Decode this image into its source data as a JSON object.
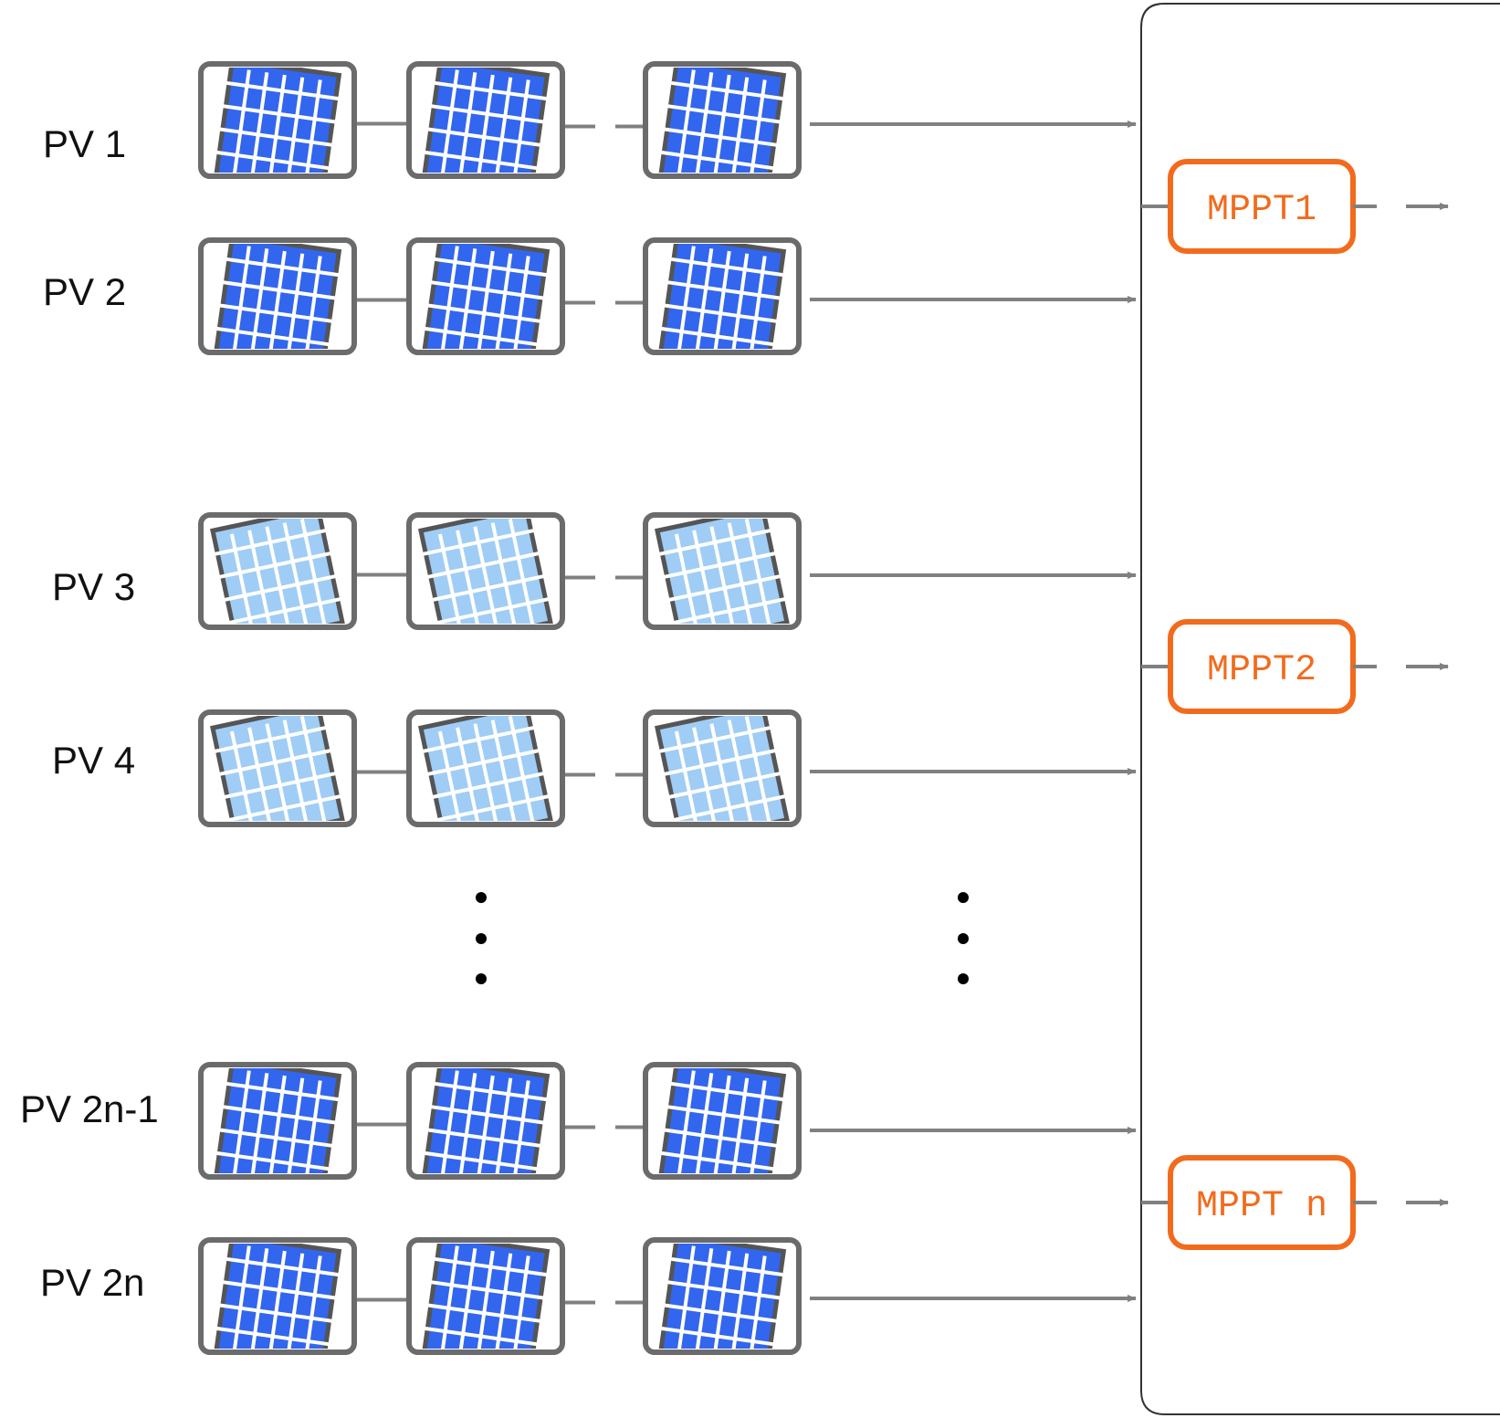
{
  "strings": [
    {
      "label": "PV 1",
      "shade": "dark"
    },
    {
      "label": "PV 2",
      "shade": "dark"
    },
    {
      "label": "PV 3",
      "shade": "light"
    },
    {
      "label": "PV 4",
      "shade": "light"
    },
    {
      "label": "PV 2n-1",
      "shade": "dark"
    },
    {
      "label": "PV 2n",
      "shade": "dark"
    }
  ],
  "mppts": [
    {
      "label": "MPPT1"
    },
    {
      "label": "MPPT2"
    },
    {
      "label": "MPPT n"
    }
  ],
  "colors": {
    "frame": "#6b6b6b",
    "panel_dark": "#3366ee",
    "panel_light": "#a0cdf5",
    "grid": "#ffffff",
    "wire": "#808080",
    "mppt": "#f26b1d",
    "enclosure": "#333333",
    "dots": "#000000"
  },
  "icons": {
    "panel": "solar-panel-icon",
    "ellipsis": "vertical-ellipsis-icon"
  }
}
